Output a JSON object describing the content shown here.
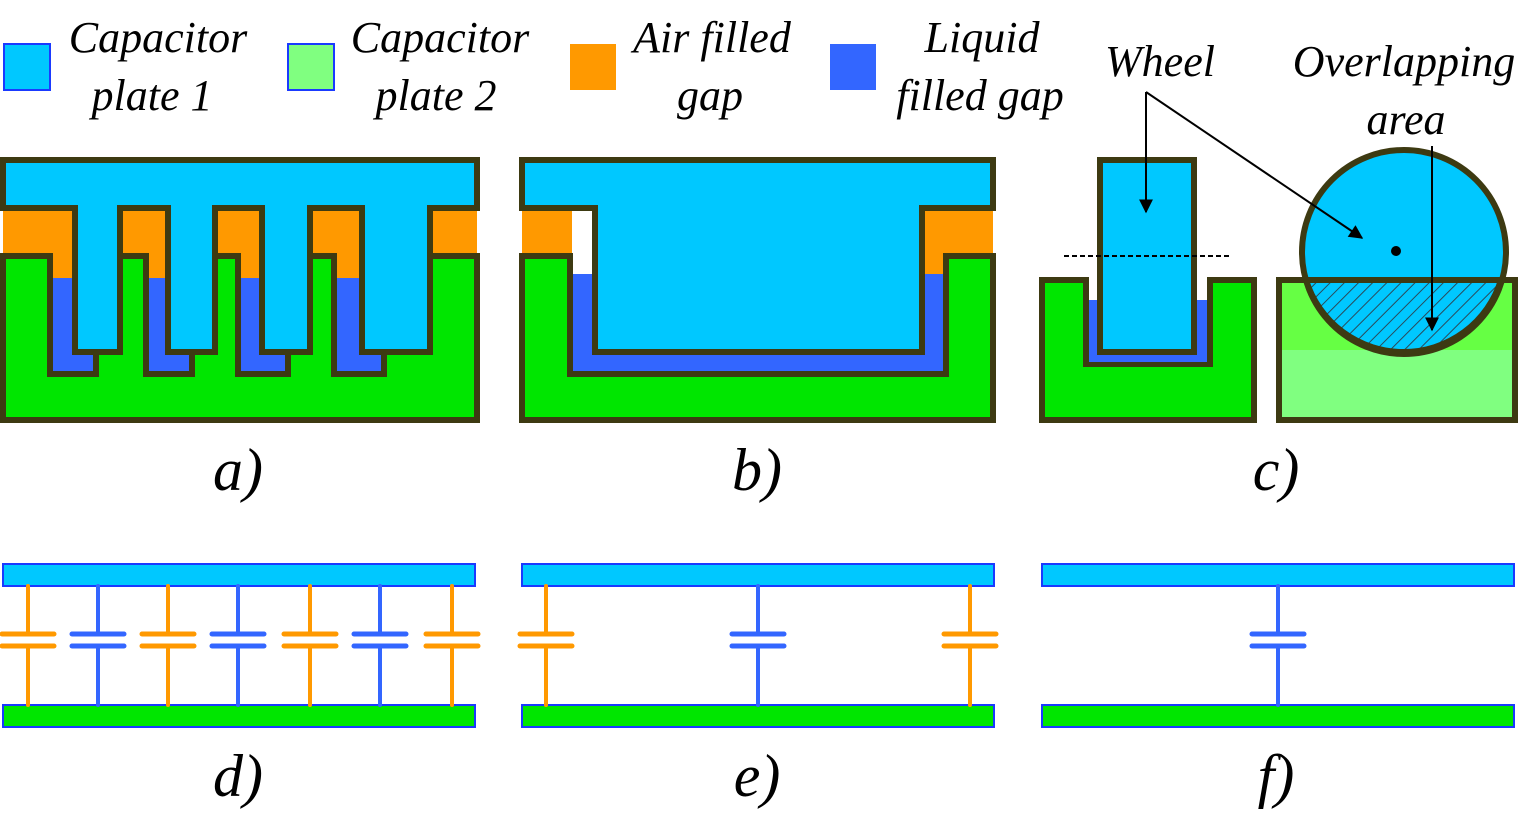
{
  "legend": [
    {
      "key": "plate1",
      "lines": [
        "Capacitor",
        "plate 1"
      ],
      "color": "#00c8ff",
      "border": "#1a3aff"
    },
    {
      "key": "plate2",
      "lines": [
        "Capacitor",
        "plate 2"
      ],
      "color": "#80ff80",
      "border": "#1a3aff"
    },
    {
      "key": "air",
      "lines": [
        "Air filled",
        "gap"
      ],
      "color": "#ff9900",
      "border": "#ff9900"
    },
    {
      "key": "liquid",
      "lines": [
        "Liquid",
        "filled gap"
      ],
      "color": "#3366ff",
      "border": "#3366ff"
    }
  ],
  "annotations": {
    "wheel": "Wheel",
    "overlapping_line1": "Overlapping",
    "overlapping_line2": "area"
  },
  "panel_labels": [
    "a)",
    "b)",
    "c)",
    "d)",
    "e)",
    "f)"
  ],
  "colors": {
    "plate1": "#00c8ff",
    "plate2": "#00e600",
    "plate2_light": "#80ff80",
    "air": "#ff9900",
    "liquid": "#3366ff",
    "outline": "#3d3a12",
    "capacitor_air": "#ff9900",
    "capacitor_liquid": "#3366ff"
  }
}
